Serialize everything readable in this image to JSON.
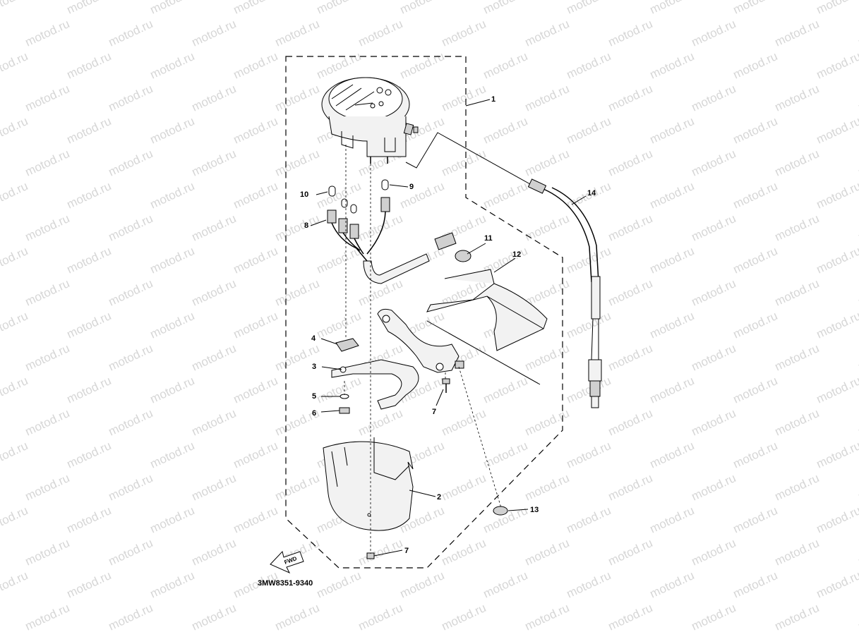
{
  "watermark": {
    "text": "motod.ru"
  },
  "diagram": {
    "part_code": "3MW8351-9340",
    "fwd_label": "FWD",
    "callouts": [
      {
        "id": "c1",
        "label": "1"
      },
      {
        "id": "c2",
        "label": "2"
      },
      {
        "id": "c3",
        "label": "3"
      },
      {
        "id": "c4",
        "label": "4"
      },
      {
        "id": "c5",
        "label": "5"
      },
      {
        "id": "c6",
        "label": "6"
      },
      {
        "id": "c7a",
        "label": "7"
      },
      {
        "id": "c7b",
        "label": "7"
      },
      {
        "id": "c8",
        "label": "8"
      },
      {
        "id": "c9",
        "label": "9"
      },
      {
        "id": "c10",
        "label": "10"
      },
      {
        "id": "c11",
        "label": "11"
      },
      {
        "id": "c12",
        "label": "12"
      },
      {
        "id": "c13",
        "label": "13"
      },
      {
        "id": "c14",
        "label": "14"
      }
    ]
  }
}
